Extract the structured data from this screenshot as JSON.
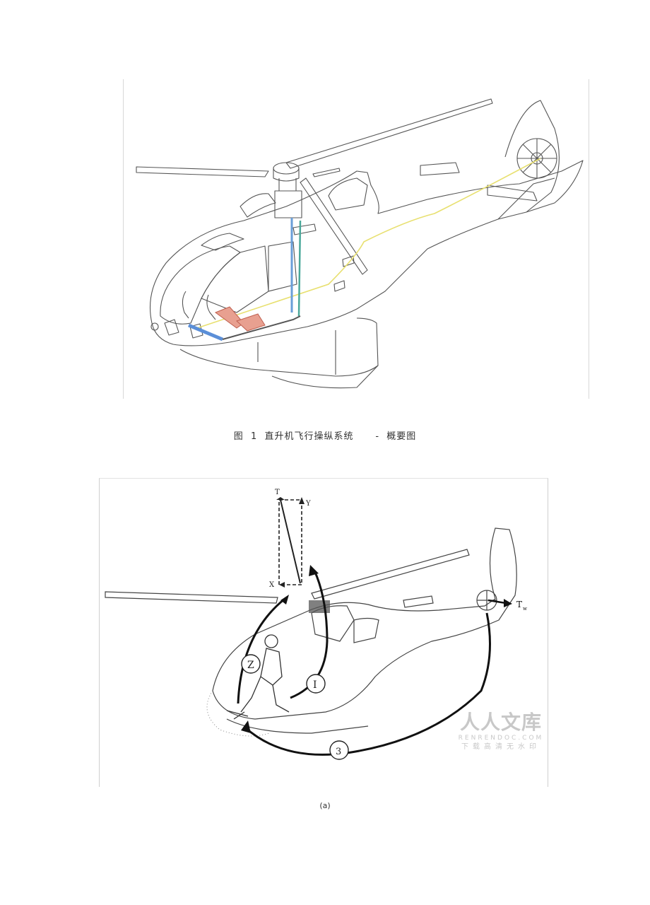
{
  "figure1": {
    "caption": "图  1  直升机飞行操纵系统      -  概要图"
  },
  "figure2": {
    "labels": {
      "vector_top": "T",
      "vector_y": "Y",
      "vector_x": "X",
      "tail_thrust": "T",
      "tail_thrust_sub": "w",
      "circle_1": "I",
      "circle_2": "Z",
      "circle_3": "3"
    },
    "caption": "(a)"
  },
  "watermark": {
    "main": "人人文库",
    "url": "RENRENDOC.COM",
    "sub": "下载高清无水印"
  }
}
